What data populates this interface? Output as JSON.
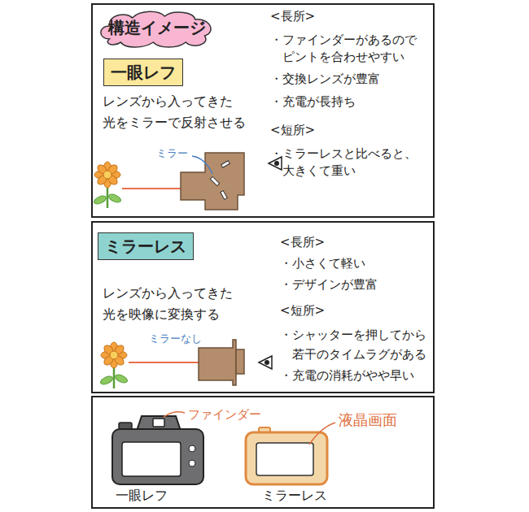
{
  "diagram": {
    "nodes": [
      {
        "text": [
          "レンズから入ってきた 光をミラーで反射させる",
          "<長所>",
          "・ファインダーがあるので ピントを合わせやすい",
          "・交換レンズが豊富",
          "・充電が長持ち",
          "<短所>",
          "・ミラーレスと比べると、 大きくて重い"
        ]
      },
      {
        "text": [
          "構造イメージ"
        ],
        "in": 0
      },
      {
        "text": [
          "一眼レフ"
        ],
        "in": 0
      },
      {
        "text": [
          "レンズから入ってきた 光を映像に変換する",
          "<長所>",
          "・小さくて軽い",
          "・デザインが豊富",
          "<短所>",
          "・シャッターを押してから 若干のタイムラグがある",
          "・充電の消耗がやや早い"
        ]
      },
      {
        "text": [
          "ミラーレス"
        ],
        "in": 3
      }
    ],
    "labels": [
      "ミラー",
      "ミラーなし",
      "ファインダー",
      "液晶画面",
      "一眼レフ",
      "ミラーレス"
    ]
  }
}
